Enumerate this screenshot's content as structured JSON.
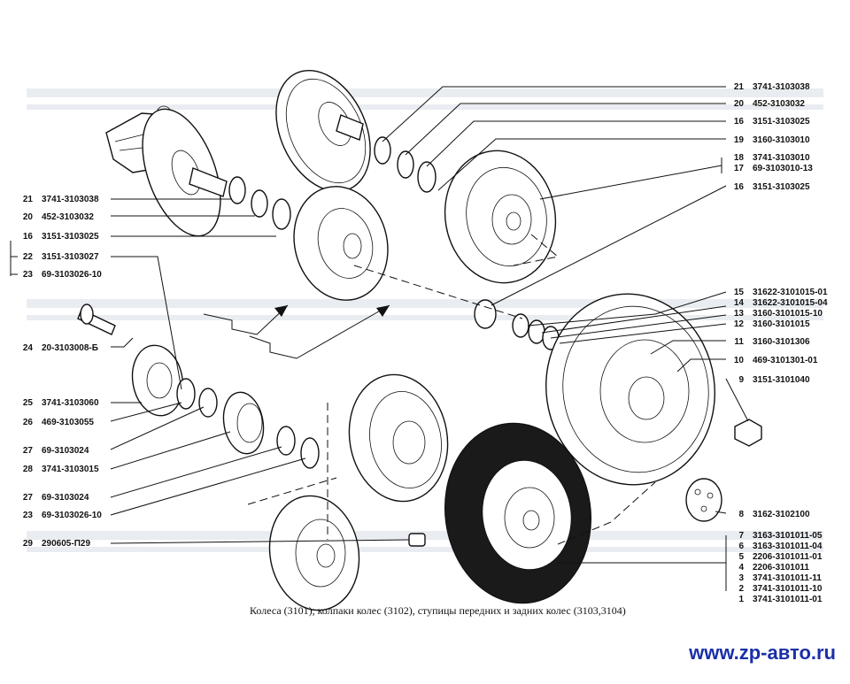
{
  "caption": "Колеса (3101), колпаки колес (3102), ступицы передних и задних колес (3103,3104)",
  "website": "www.zp-авто.ru",
  "colors": {
    "ink": "#111111",
    "website": "#1b2fa8",
    "watermark": "#d7dde4"
  },
  "labels_right": [
    {
      "num": "21",
      "code": "3741-3103038"
    },
    {
      "num": "20",
      "code": "452-3103032"
    },
    {
      "num": "16",
      "code": "3151-3103025"
    },
    {
      "num": "19",
      "code": "3160-3103010"
    },
    {
      "num": "18",
      "code": "3741-3103010"
    },
    {
      "num": "17",
      "code": "69-3103010-13"
    },
    {
      "num": "16",
      "code": "3151-3103025"
    },
    {
      "num": "15",
      "code": "31622-3101015-01"
    },
    {
      "num": "14",
      "code": "31622-3101015-04"
    },
    {
      "num": "13",
      "code": "3160-3101015-10"
    },
    {
      "num": "12",
      "code": "3160-3101015"
    },
    {
      "num": "11",
      "code": "3160-3101306"
    },
    {
      "num": "10",
      "code": "469-3101301-01"
    },
    {
      "num": "9",
      "code": "3151-3101040"
    },
    {
      "num": "8",
      "code": "3162-3102100"
    },
    {
      "num": "7",
      "code": "3163-3101011-05"
    },
    {
      "num": "6",
      "code": "3163-3101011-04"
    },
    {
      "num": "5",
      "code": "2206-3101011-01"
    },
    {
      "num": "4",
      "code": "2206-3101011"
    },
    {
      "num": "3",
      "code": "3741-3101011-11"
    },
    {
      "num": "2",
      "code": "3741-3101011-10"
    },
    {
      "num": "1",
      "code": "3741-3101011-01"
    }
  ],
  "labels_left": [
    {
      "num": "21",
      "code": "3741-3103038"
    },
    {
      "num": "20",
      "code": "452-3103032"
    },
    {
      "num": "16",
      "code": "3151-3103025"
    },
    {
      "num": "22",
      "code": "3151-3103027"
    },
    {
      "num": "23",
      "code": "69-3103026-10"
    },
    {
      "num": "24",
      "code": "20-3103008-Б"
    },
    {
      "num": "25",
      "code": "3741-3103060"
    },
    {
      "num": "26",
      "code": "469-3103055"
    },
    {
      "num": "27",
      "code": "69-3103024"
    },
    {
      "num": "28",
      "code": "3741-3103015"
    },
    {
      "num": "27",
      "code": "69-3103024"
    },
    {
      "num": "23",
      "code": "69-3103026-10"
    },
    {
      "num": "29",
      "code": "290605-П29"
    }
  ]
}
